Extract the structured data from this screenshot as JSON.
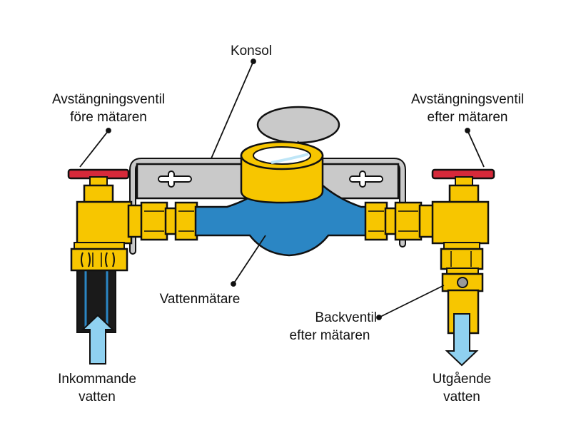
{
  "labels": {
    "konsol": "Konsol",
    "valve_before_1": "Avstängningsventil",
    "valve_before_2": "före mätaren",
    "valve_after_1": "Avstängningsventil",
    "valve_after_2": "efter mätaren",
    "meter": "Vattenmätare",
    "check_valve_1": "Backventil",
    "check_valve_2": "efter mätaren",
    "inlet_1": "Inkommande",
    "inlet_2": "vatten",
    "outlet_1": "Utgående",
    "outlet_2": "vatten"
  },
  "colors": {
    "brass": "#f7c600",
    "meter_body": "#2b86c4",
    "bracket": "#c9c9c9",
    "handle": "#d6293a",
    "inlet_pipe": "#1a1a1a",
    "flow_arrow": "#8fd1f0",
    "outline": "#111111"
  },
  "icons": {
    "flow_in": "arrow-up-icon",
    "flow_out": "arrow-down-icon"
  }
}
